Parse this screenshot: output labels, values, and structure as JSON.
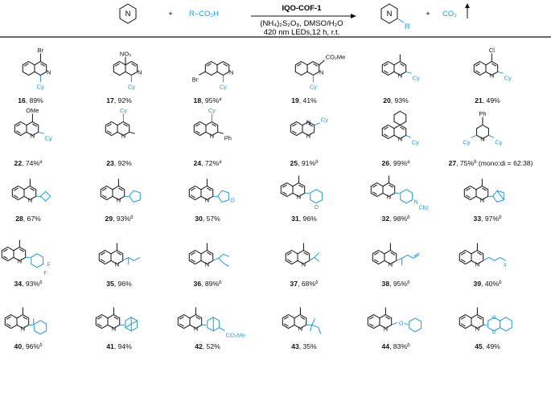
{
  "header": {
    "plus": "+",
    "reagent": "R–CO₂H",
    "catalyst": "IQO-COF-1",
    "conditions_1": "(NH₄)₂S₂O₈, DMSO/H₂O",
    "conditions_2": "420 nm LEDs,12 h, r.t.",
    "byproduct": "CO₂",
    "R_label": "R",
    "N_label": "N"
  },
  "colors": {
    "accent": "#1c9ad6",
    "ink": "#111111"
  },
  "substituent_labels": {
    "Br": "Br",
    "NO2": "NO₂",
    "Cy": "Cy",
    "CO2Me": "CO₂Me",
    "Cl": "Cl",
    "OMe": "OMe",
    "Ph": "Ph",
    "Cbz": "Cbz",
    "F": "F",
    "four": "4"
  },
  "products": [
    {
      "num": "16",
      "yield": "89%",
      "note": ""
    },
    {
      "num": "17",
      "yield": "92%",
      "note": ""
    },
    {
      "num": "18",
      "yield": "95%",
      "note": "a"
    },
    {
      "num": "19",
      "yield": "41%",
      "note": ""
    },
    {
      "num": "20",
      "yield": "93%",
      "note": ""
    },
    {
      "num": "21",
      "yield": "49%",
      "note": ""
    },
    {
      "num": "22",
      "yield": "74%",
      "note": "a"
    },
    {
      "num": "23",
      "yield": "92%",
      "note": ""
    },
    {
      "num": "24",
      "yield": "72%",
      "note": "a"
    },
    {
      "num": "25",
      "yield": "91%",
      "note": "b"
    },
    {
      "num": "26",
      "yield": "99%",
      "note": "a"
    },
    {
      "num": "27",
      "yield": "75%",
      "note": "b",
      "extra": " (mono:di = 62:38)"
    },
    {
      "num": "28",
      "yield": "67%",
      "note": ""
    },
    {
      "num": "29",
      "yield": "93%",
      "note": "b"
    },
    {
      "num": "30",
      "yield": "57%",
      "note": ""
    },
    {
      "num": "31",
      "yield": "96%",
      "note": ""
    },
    {
      "num": "32",
      "yield": "98%",
      "note": "b"
    },
    {
      "num": "33",
      "yield": "97%",
      "note": "b"
    },
    {
      "num": "34",
      "yield": "93%",
      "note": "b"
    },
    {
      "num": "35",
      "yield": "96%",
      "note": ""
    },
    {
      "num": "36",
      "yield": "89%",
      "note": "b"
    },
    {
      "num": "37",
      "yield": "68%",
      "note": "b"
    },
    {
      "num": "38",
      "yield": "95%",
      "note": "b"
    },
    {
      "num": "39",
      "yield": "40%",
      "note": "b"
    },
    {
      "num": "40",
      "yield": "96%",
      "note": "b"
    },
    {
      "num": "41",
      "yield": "94%",
      "note": ""
    },
    {
      "num": "42",
      "yield": "52%",
      "note": ""
    },
    {
      "num": "43",
      "yield": "35%",
      "note": ""
    },
    {
      "num": "44",
      "yield": "83%",
      "note": "b"
    },
    {
      "num": "45",
      "yield": "49%",
      "note": ""
    }
  ]
}
